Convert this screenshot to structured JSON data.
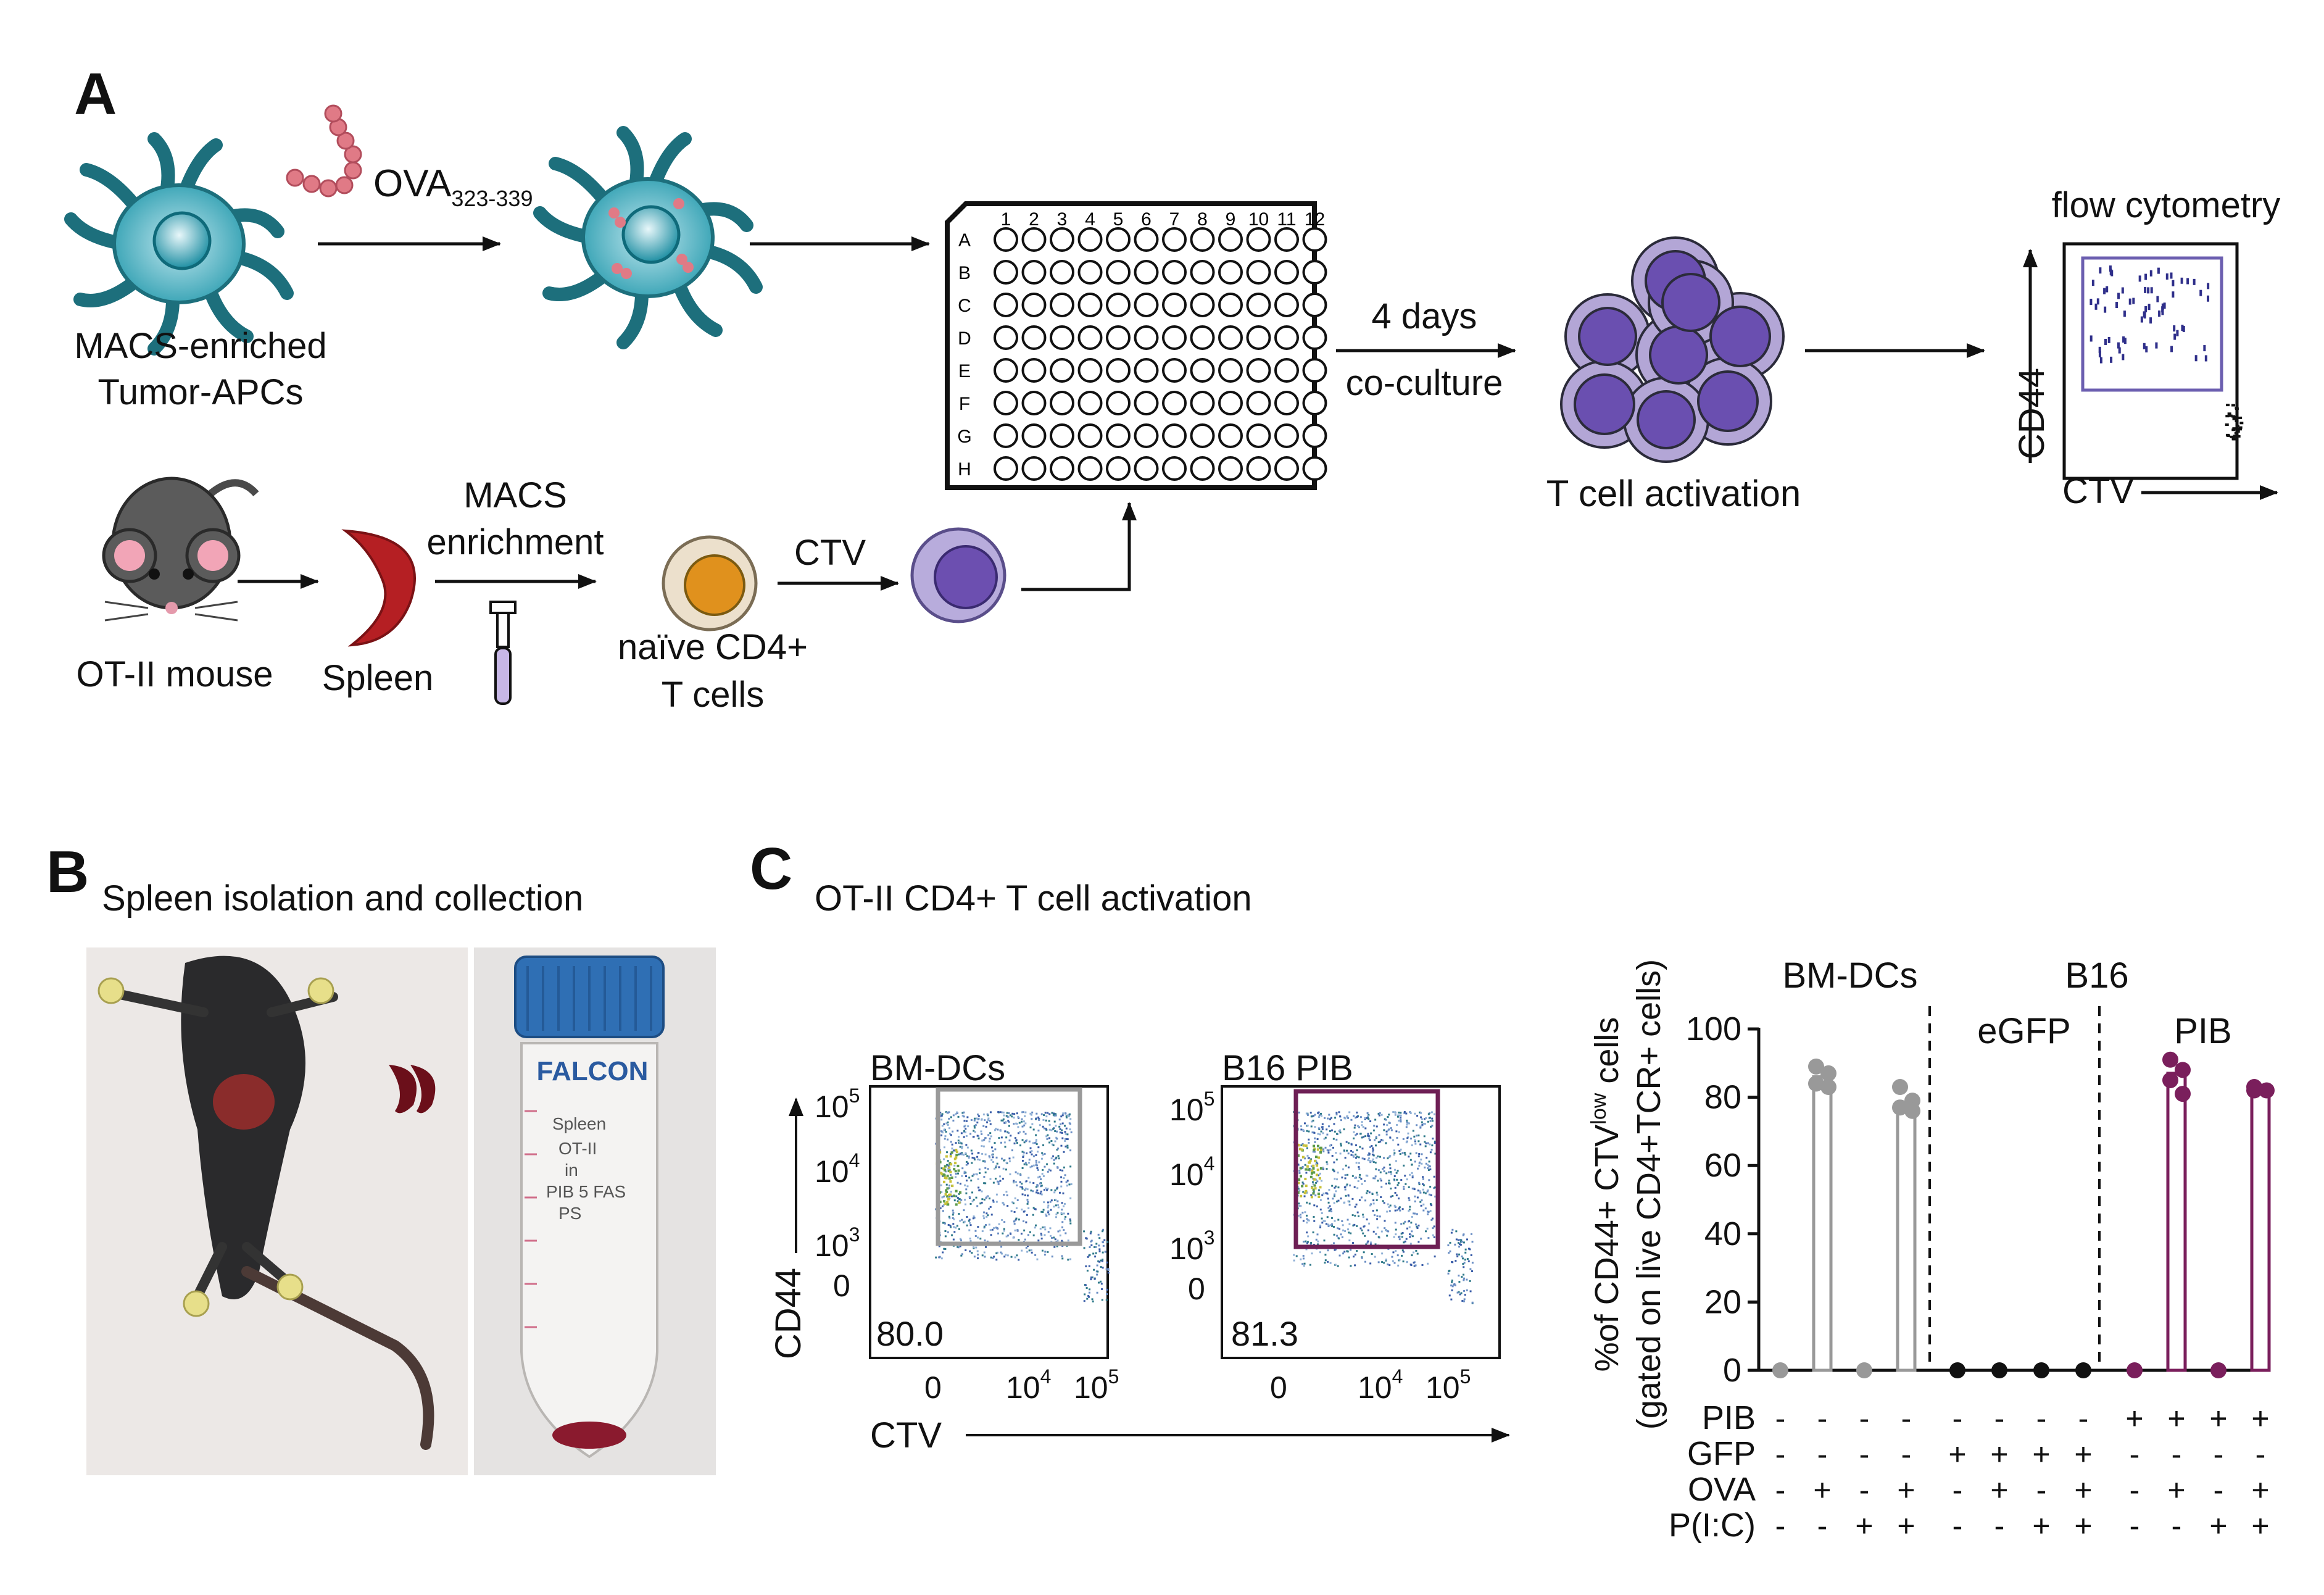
{
  "panelA": {
    "letter": "A",
    "peptide": "OVA",
    "peptide_sub": "323-339",
    "apc_label_1": "MACS-enriched",
    "apc_label_2": "Tumor-APCs",
    "mouse_label": "OT-II mouse",
    "spleen_label": "Spleen",
    "macs_1": "MACS",
    "macs_2": "enrichment",
    "naive_1": "naïve CD4+",
    "naive_2": "T cells",
    "ctv": "CTV",
    "plate_cols": [
      "1",
      "2",
      "3",
      "4",
      "5",
      "6",
      "7",
      "8",
      "9",
      "10",
      "11",
      "12"
    ],
    "plate_rows": [
      "A",
      "B",
      "C",
      "D",
      "E",
      "F",
      "G",
      "H"
    ],
    "days_1": "4 days",
    "days_2": "co-culture",
    "activation": "T cell activation",
    "flow_title": "flow cytometry",
    "flow_y": "CD44",
    "flow_x": "CTV"
  },
  "panelB": {
    "letter": "B",
    "title": "Spleen isolation and collection",
    "tube_brand": "FALCON",
    "tube_note": [
      "Spleen",
      "OT-II",
      "in",
      "PIB 5 FAS",
      "PS"
    ]
  },
  "panelC": {
    "letter": "C",
    "title": "OT-II CD4+ T cell activation",
    "plots": [
      {
        "name": "BM-DCs",
        "value": "80.0"
      },
      {
        "name": "B16 PIB",
        "value": "81.3"
      }
    ],
    "y_axis_label": "CD44",
    "x_axis_label": "CTV",
    "y_ticks": {
      "t5": "10",
      "t4": "10",
      "t3": "10",
      "t0": "0",
      "e5": "5",
      "e4": "4",
      "e3": "3"
    },
    "x_ticks": {
      "t0": "0",
      "t4": "10",
      "t5": "10",
      "e4": "4",
      "e5": "5"
    }
  },
  "chart_data": {
    "type": "bar",
    "ylabel_1": "%of CD44+ CTV",
    "ylabel_sup": "low",
    "ylabel_2": " cells",
    "ylabel_3": "(gated on live CD4+TCR+ cells)",
    "ylim": [
      0,
      100
    ],
    "y_ticks": [
      "0",
      "20",
      "40",
      "60",
      "80",
      "100"
    ],
    "group_labels": [
      "BM-DCs",
      "B16"
    ],
    "subgroup_labels": [
      "eGFP",
      "PIB"
    ],
    "row_labels": [
      "PIB",
      "GFP",
      "OVA",
      "P(I:C)"
    ],
    "row_signs": [
      [
        "-",
        "-",
        "-",
        "-",
        "-",
        "-",
        "-",
        "-",
        "+",
        "+",
        "+",
        "+"
      ],
      [
        "-",
        "-",
        "-",
        "-",
        "+",
        "+",
        "+",
        "+",
        "-",
        "-",
        "-",
        "-"
      ],
      [
        "-",
        "+",
        "-",
        "+",
        "-",
        "+",
        "-",
        "+",
        "-",
        "+",
        "-",
        "+"
      ],
      [
        "-",
        "-",
        "+",
        "+",
        "-",
        "-",
        "+",
        "+",
        "-",
        "-",
        "+",
        "+"
      ]
    ],
    "values": [
      0,
      86,
      0,
      78,
      0,
      0,
      0,
      0,
      0,
      87,
      0,
      82
    ],
    "points": [
      [
        0
      ],
      [
        89,
        87,
        84,
        83
      ],
      [
        0
      ],
      [
        83,
        79,
        77,
        76
      ],
      [
        0
      ],
      [
        0
      ],
      [
        0
      ],
      [
        0
      ],
      [
        0
      ],
      [
        91,
        88,
        85,
        81
      ],
      [
        0
      ],
      [
        83,
        82,
        82
      ]
    ],
    "colors": [
      "#999999",
      "#999999",
      "#999999",
      "#999999",
      "#111111",
      "#111111",
      "#111111",
      "#111111",
      "#7a1f5c",
      "#7a1f5c",
      "#7a1f5c",
      "#7a1f5c"
    ]
  }
}
